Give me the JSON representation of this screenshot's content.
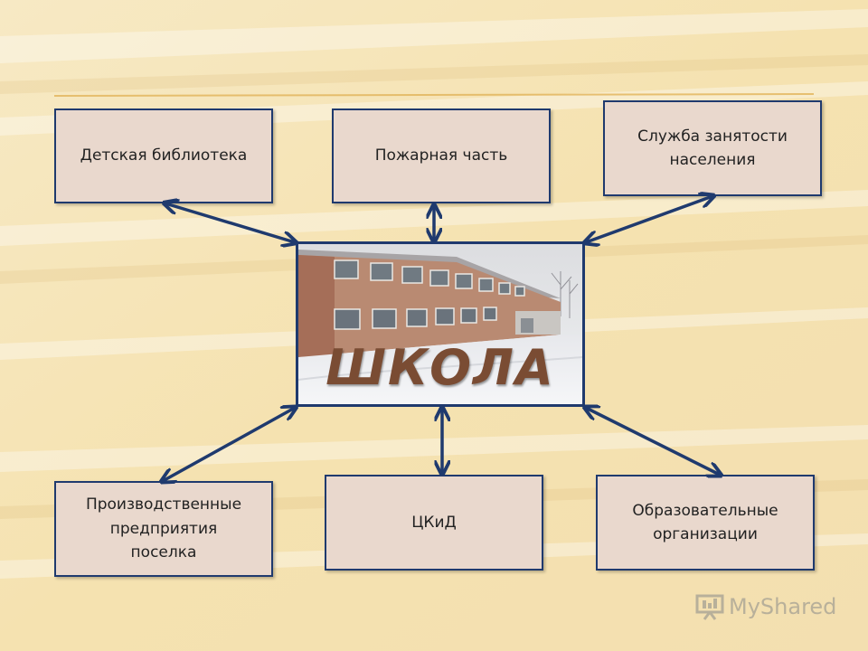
{
  "diagram": {
    "center": {
      "label": "ШКОЛА"
    },
    "nodes": [
      {
        "id": "library",
        "label": "Детская библиотека"
      },
      {
        "id": "fire",
        "label": "Пожарная часть"
      },
      {
        "id": "employment",
        "label": "Служба занятости\nнаселения"
      },
      {
        "id": "industry",
        "label": "Производственные\nпредприятия\nпоселка"
      },
      {
        "id": "culture",
        "label": "ЦКиД"
      },
      {
        "id": "education",
        "label": "Образовательные\nорганизации"
      }
    ],
    "edges": [
      {
        "from": "center",
        "to": "library",
        "bidirectional": true
      },
      {
        "from": "center",
        "to": "fire",
        "bidirectional": true
      },
      {
        "from": "center",
        "to": "employment",
        "bidirectional": true
      },
      {
        "from": "center",
        "to": "industry",
        "bidirectional": true
      },
      {
        "from": "center",
        "to": "culture",
        "bidirectional": true
      },
      {
        "from": "center",
        "to": "education",
        "bidirectional": true
      }
    ]
  },
  "colors": {
    "box_fill": "#e9d8cd",
    "box_border": "#1f3a6e",
    "arrow": "#1f3a6e",
    "background": "#f6e7bd"
  },
  "watermark": {
    "text": "MyShared",
    "icon": "presentation-board-icon"
  }
}
